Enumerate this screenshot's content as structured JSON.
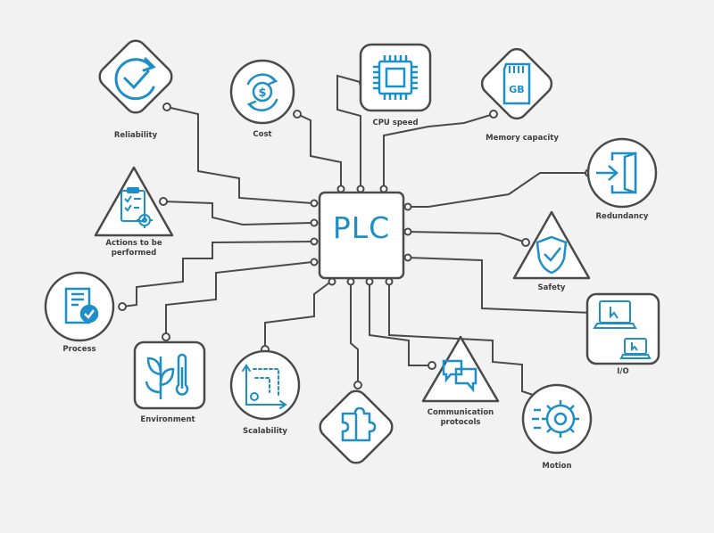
{
  "center": {
    "label": "PLC"
  },
  "colors": {
    "stroke": "#4a4a4a",
    "accent": "#1d8fc6",
    "background": "#f2f2f2",
    "panel": "#ffffff"
  },
  "nodes": [
    {
      "id": "reliability",
      "label": "Reliability",
      "icon": "checkmark-cycle-icon"
    },
    {
      "id": "cost",
      "label": "Cost",
      "icon": "dollar-cycle-icon"
    },
    {
      "id": "cpu-speed",
      "label": "CPU speed",
      "icon": "cpu-chip-icon"
    },
    {
      "id": "memory-capacity",
      "label": "Memory capacity",
      "icon": "memory-card-icon"
    },
    {
      "id": "redundancy",
      "label": "Redundancy",
      "icon": "door-exit-icon"
    },
    {
      "id": "safety",
      "label": "Safety",
      "icon": "shield-check-icon"
    },
    {
      "id": "io",
      "label": "I/O",
      "icon": "laptops-icon"
    },
    {
      "id": "motion",
      "label": "Motion",
      "icon": "gear-icon"
    },
    {
      "id": "communication-protocols",
      "label": "Communication\nprotocols",
      "icon": "chat-bubbles-icon"
    },
    {
      "id": "integration",
      "label": "",
      "icon": "puzzle-icon"
    },
    {
      "id": "scalability",
      "label": "Scalability",
      "icon": "scalability-icon"
    },
    {
      "id": "environment",
      "label": "Environment",
      "icon": "plant-thermometer-icon"
    },
    {
      "id": "process",
      "label": "Process",
      "icon": "document-check-icon"
    },
    {
      "id": "actions",
      "label": "Actions to be\nperformed",
      "icon": "clipboard-gear-icon"
    }
  ]
}
